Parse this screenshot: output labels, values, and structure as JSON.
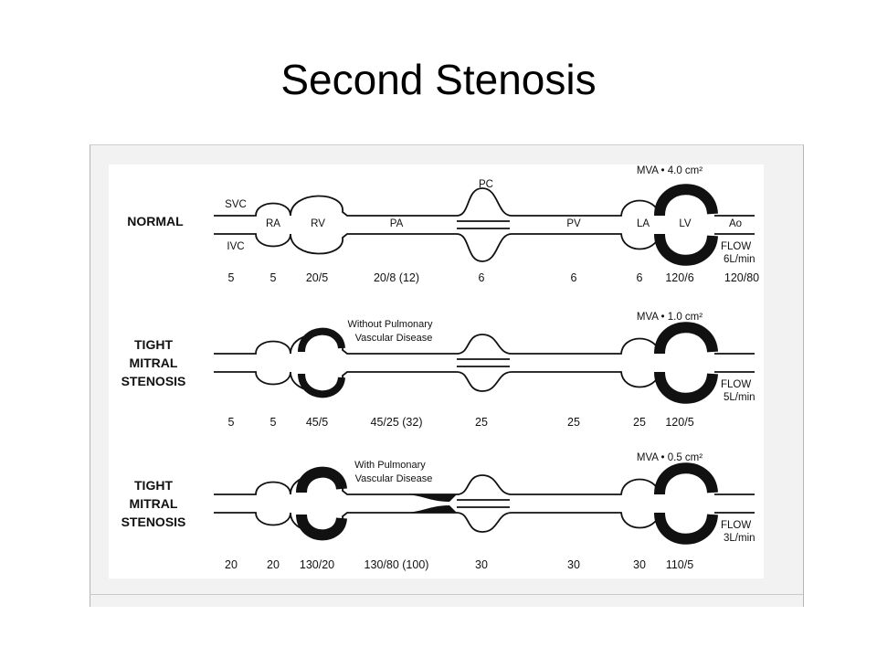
{
  "title": "Second Stenosis",
  "rows": [
    {
      "label_lines": [
        "NORMAL"
      ],
      "labels": {
        "svc": "SVC",
        "ivc": "IVC",
        "ra": "RA",
        "rv": "RV",
        "pa": "PA",
        "pc": "PC",
        "pv": "PV",
        "la": "LA",
        "lv": "LV",
        "ao": "Ao"
      },
      "mva": "MVA • 4.0 cm²",
      "flow": [
        "FLOW",
        "6L/min"
      ],
      "note": [],
      "pressures": [
        "5",
        "5",
        "20/5",
        "20/8 (12)",
        "6",
        "6",
        "6",
        "120/6",
        "120/80"
      ]
    },
    {
      "label_lines": [
        "TIGHT",
        "MITRAL",
        "STENOSIS"
      ],
      "mva": "MVA • 1.0 cm²",
      "flow": [
        "FLOW",
        "5L/min"
      ],
      "note": [
        "Without Pulmonary",
        "Vascular Disease"
      ],
      "pressures": [
        "5",
        "5",
        "45/5",
        "45/25 (32)",
        "25",
        "25",
        "25",
        "120/5"
      ]
    },
    {
      "label_lines": [
        "TIGHT",
        "MITRAL",
        "STENOSIS"
      ],
      "mva": "MVA • 0.5 cm²",
      "flow": [
        "FLOW",
        "3L/min"
      ],
      "note": [
        "With Pulmonary",
        "Vascular Disease"
      ],
      "pressures": [
        "20",
        "20",
        "130/20",
        "130/80 (100)",
        "30",
        "30",
        "30",
        "110/5"
      ]
    }
  ]
}
